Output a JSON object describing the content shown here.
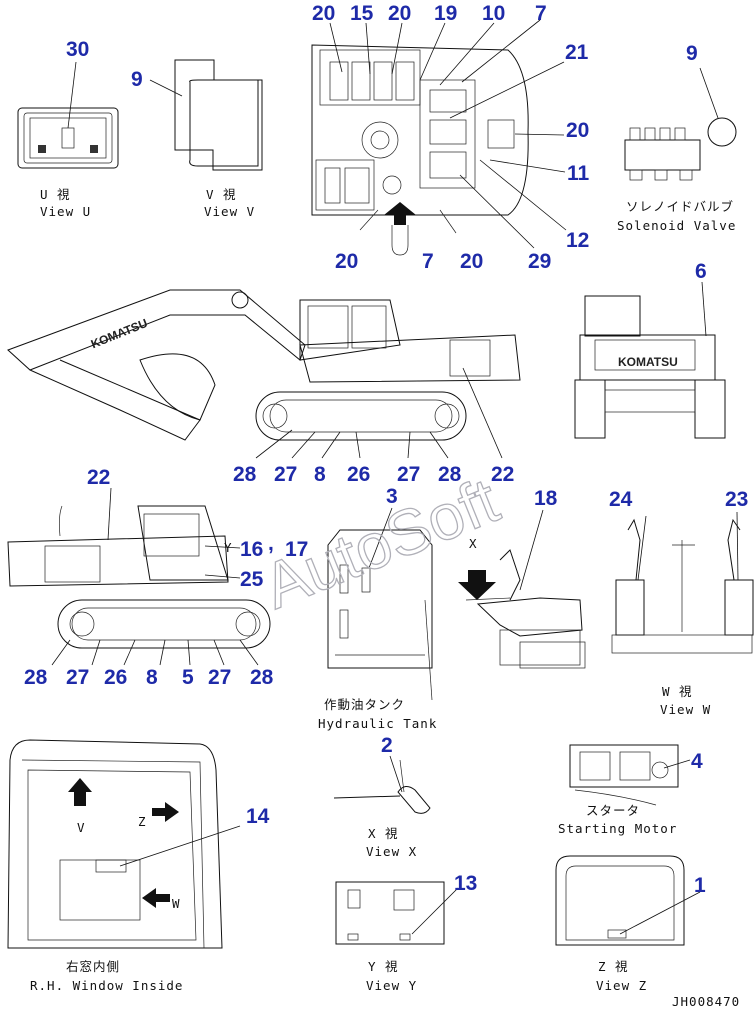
{
  "views": {
    "view_u": {
      "jp": "U 視",
      "en": "View U"
    },
    "view_v": {
      "jp": "V 視",
      "en": "View V"
    },
    "solenoid": {
      "jp": "ソレノイドバルブ",
      "en": "Solenoid Valve"
    },
    "hydraulic_tank": {
      "jp": "作動油タンク",
      "en": "Hydraulic Tank"
    },
    "view_w": {
      "jp": "W 視",
      "en": "View W"
    },
    "view_x": {
      "jp": "X 視",
      "en": "View X"
    },
    "starter": {
      "jp": "スタータ",
      "en": "Starting Motor"
    },
    "window": {
      "jp": "右窓内側",
      "en": "R.H. Window Inside"
    },
    "view_y": {
      "jp": "Y 視",
      "en": "View Y"
    },
    "view_z": {
      "jp": "Z 視",
      "en": "View Z"
    }
  },
  "letters": {
    "x": "X",
    "y": "Y",
    "v": "V",
    "z": "Z",
    "w": "W"
  },
  "brand": "KOMATSU",
  "watermark": "AutoSoft",
  "drawing_code": "JH008470",
  "callouts": {
    "top_20a": "20",
    "top_15": "15",
    "top_20b": "20",
    "top_19": "19",
    "top_10": "10",
    "top_7": "7",
    "top_21": "21",
    "top_20r": "20",
    "top_11": "11",
    "top_12": "12",
    "top_29": "29",
    "top_20c": "20",
    "top_7b": "7",
    "top_20d": "20",
    "u_30": "30",
    "v_9": "9",
    "sol_9": "9",
    "side_6": "6",
    "m_28a": "28",
    "m_27a": "27",
    "m_8": "8",
    "m_26": "26",
    "m_27b": "27",
    "m_28b": "28",
    "m_22": "22",
    "l_22": "22",
    "l_16": "16",
    "l_17": "17",
    "l_25": "25",
    "comma": ",",
    "l_28a": "28",
    "l_27a": "27",
    "l_26": "26",
    "l_8": "8",
    "l_5": "5",
    "l_27b": "27",
    "l_28b": "28",
    "tank_3": "3",
    "x_18": "18",
    "w_24": "24",
    "w_23": "23",
    "vx_2": "2",
    "st_4": "4",
    "win_14": "14",
    "vy_13": "13",
    "vz_1": "1"
  }
}
